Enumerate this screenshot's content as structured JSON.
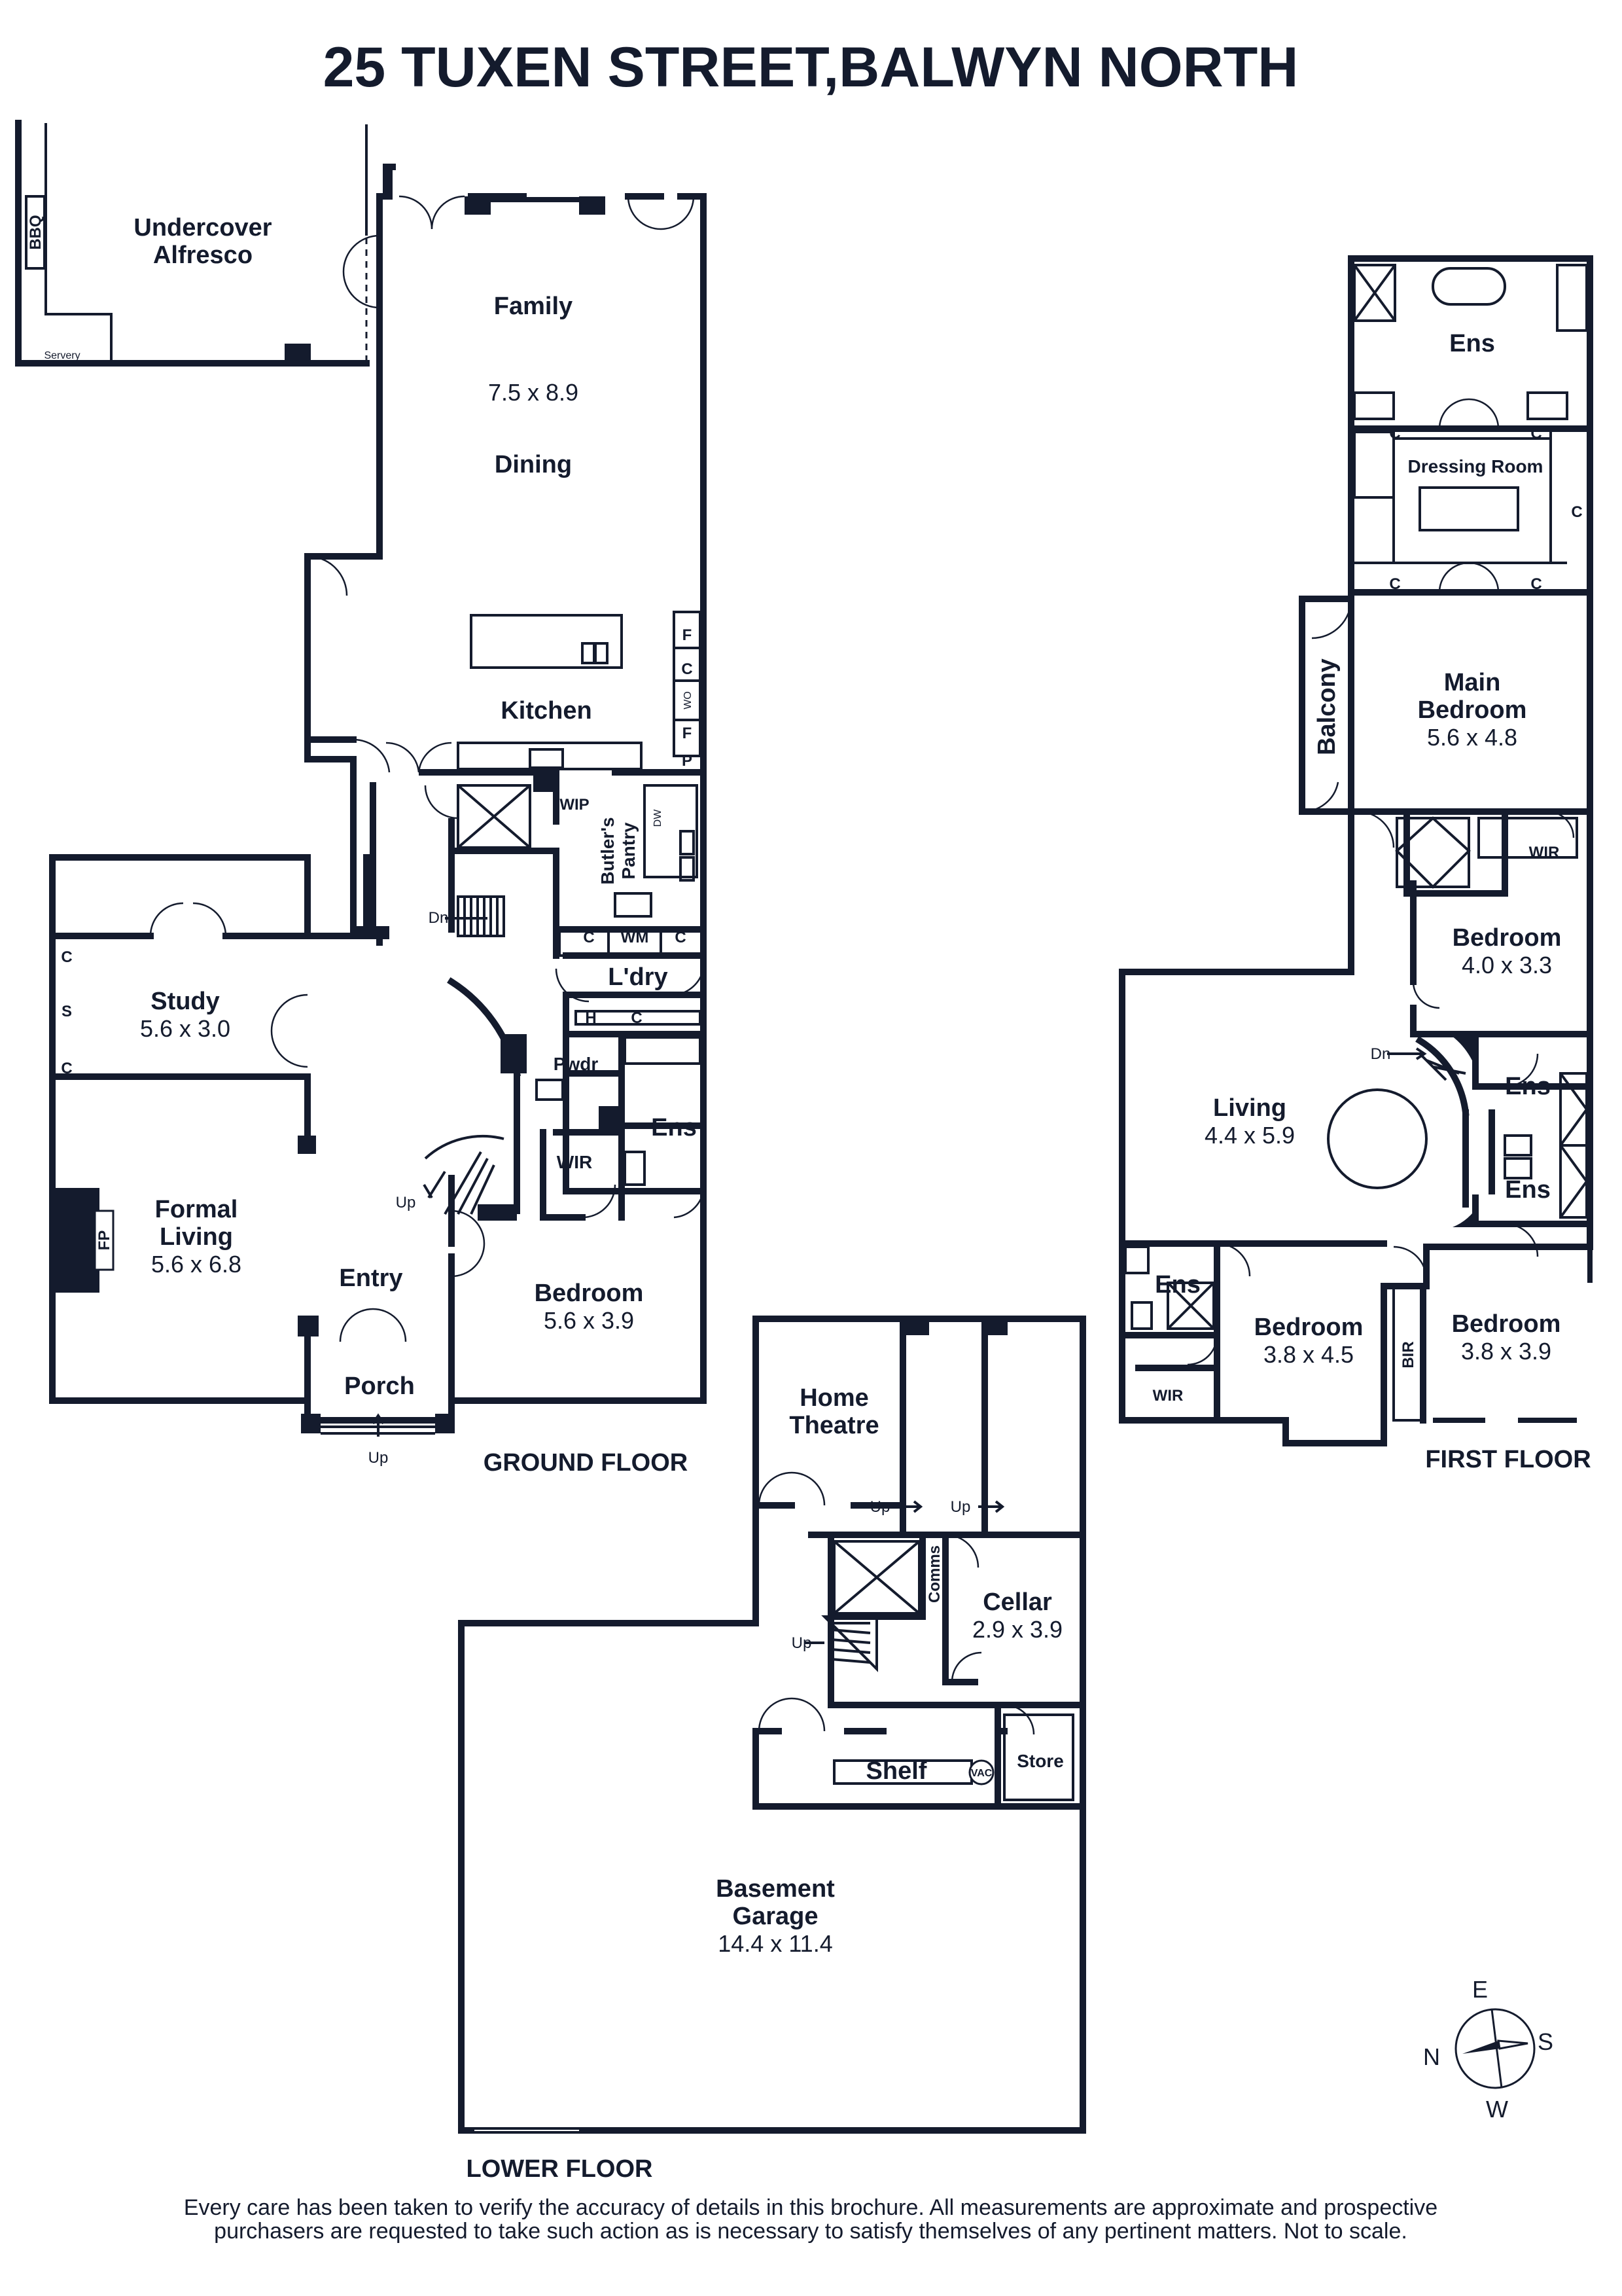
{
  "title": "25 TUXEN STREET,BALWYN NORTH",
  "floors": {
    "ground": "GROUND FLOOR",
    "first": "FIRST FLOOR",
    "lower": "LOWER FLOOR"
  },
  "rooms": {
    "alfresco_1": "Undercover",
    "alfresco_2": "Alfresco",
    "bbq": "BBQ",
    "servery": "Servery",
    "family": "Family",
    "family_dim": "7.5 x 8.9",
    "dining": "Dining",
    "kitchen": "Kitchen",
    "fridge_1": "F",
    "cup_1": "C",
    "wo": "WO",
    "fridge_2": "F",
    "pantry": "P",
    "wip": "WIP",
    "butlers_1": "Butler's",
    "butlers_2": "Pantry",
    "dw": "DW",
    "ldry_c1": "C",
    "wm": "WM",
    "ldry_c2": "C",
    "laundry": "L'dry",
    "dn_ground": "Dn",
    "study": "Study",
    "study_dim": "5.6 x 3.0",
    "study_c1": "C",
    "study_s": "S",
    "study_c2": "C",
    "formal_1": "Formal",
    "formal_2": "Living",
    "formal_dim": "5.6 x 6.8",
    "fp": "FP",
    "up_stair": "Up",
    "entry": "Entry",
    "porch": "Porch",
    "up_porch": "Up",
    "h": "H",
    "hall_c": "C",
    "pwdr": "Pwdr",
    "wir_ground": "WIR",
    "ens_ground": "Ens",
    "bedroom_ground": "Bedroom",
    "bedroom_ground_dim": "5.6 x 3.9",
    "ens_main": "Ens",
    "dressing": "Dressing Room",
    "dr_c1": "C",
    "dr_c2": "C",
    "dr_c3": "C",
    "dr_c4": "C",
    "dr_c5": "C",
    "balcony": "Balcony",
    "main_1": "Main",
    "main_2": "Bedroom",
    "main_dim": "5.6 x 4.8",
    "wir_first": "WIR",
    "bed2": "Bedroom",
    "bed2_dim": "4.0 x 3.3",
    "dn_first": "Dn",
    "living": "Living",
    "living_dim": "4.4 x 5.9",
    "ens_a": "Ens",
    "ens_b": "Ens",
    "ens_c": "Ens",
    "bed3": "Bedroom",
    "bed3_dim": "3.8 x 4.5",
    "bir": "BIR",
    "bed4": "Bedroom",
    "bed4_dim": "3.8 x 3.9",
    "wir_first_2": "WIR",
    "home_1": "Home",
    "home_2": "Theatre",
    "up_1": "Up",
    "up_2": "Up",
    "comms": "Comms",
    "cellar": "Cellar",
    "cellar_dim": "2.9 x 3.9",
    "up_lower": "Up",
    "shelf": "Shelf",
    "vac": "VAC",
    "store": "Store",
    "garage_1": "Basement",
    "garage_2": "Garage",
    "garage_dim": "14.4 x 11.4"
  },
  "compass": {
    "n": "N",
    "e": "E",
    "s": "S",
    "w": "W"
  },
  "disclaimer_1": "Every care has been taken to verify the accuracy of details in this brochure. All measurements are approximate and prospective",
  "disclaimer_2": "purchasers are requested to take such action as is necessary to satisfy themselves of any pertinent matters. Not to scale.",
  "colors": {
    "ink": "#141b2d",
    "background": "#ffffff"
  }
}
